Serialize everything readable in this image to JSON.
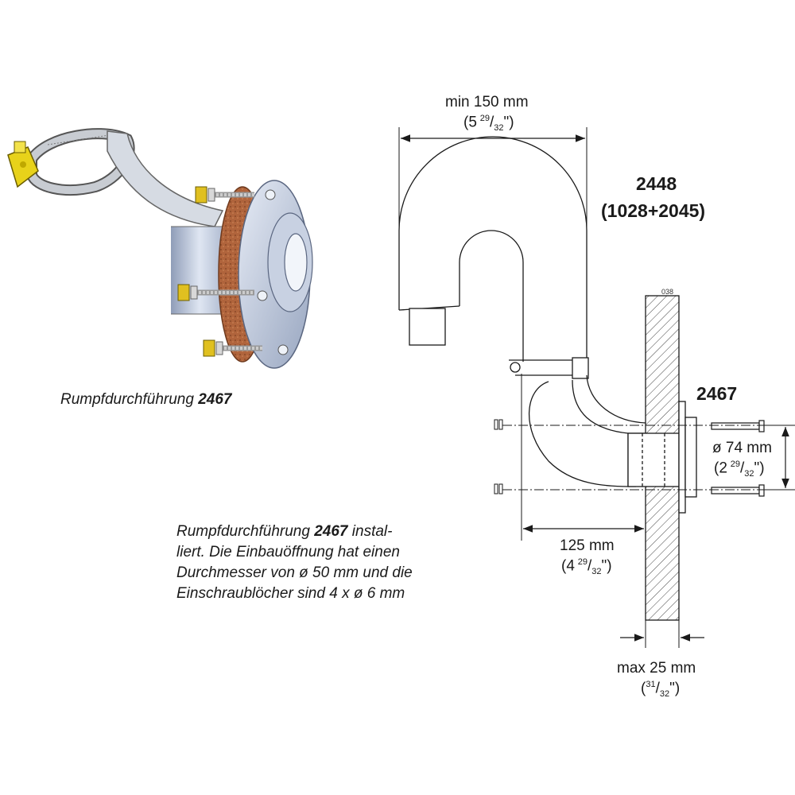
{
  "photo": {
    "caption_prefix": "Rumpfdurchführung",
    "caption_part": "2467"
  },
  "install_note": {
    "line1_prefix": "Rumpfdurchführung",
    "line1_part": "2467",
    "line1_suffix": "instal-",
    "line2": "liert. Die Einbauöffnung hat einen",
    "line3": "Durchmesser von ø 50 mm und die",
    "line4": "Einschraublöcher sind 4 x ø 6 mm"
  },
  "dimensions": {
    "top_width_mm": "min 150 mm",
    "top_width_in_whole": "(5",
    "top_width_in_num": "29",
    "top_width_in_den": "32",
    "top_width_in_close": "\")",
    "diameter_mm": "ø 74 mm",
    "diameter_in_whole": "(2",
    "diameter_in_num": "29",
    "diameter_in_den": "32",
    "diameter_in_close": "\")",
    "length_mm": "125 mm",
    "length_in_whole": "(4",
    "length_in_num": "29",
    "length_in_den": "32",
    "length_in_close": "\")",
    "wall_mm": "max 25 mm",
    "wall_in_whole": "(",
    "wall_in_num": "31",
    "wall_in_den": "32",
    "wall_in_close": "\")"
  },
  "part_labels": {
    "gooseneck": "2448",
    "gooseneck_sub": "(1028+2045)",
    "through_hull": "2467",
    "wall_code": "038"
  },
  "colors": {
    "line": "#1a1a1a",
    "housing": "#b4c0d6",
    "gasket": "#b0643c",
    "nut": "#e0c020",
    "clamp_connector": "#e8d21a",
    "hatch": "#444444"
  }
}
